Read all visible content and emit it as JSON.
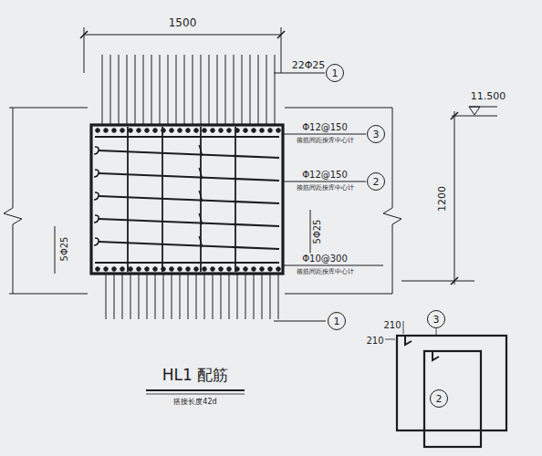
{
  "diagram": {
    "title": "HL1 配筋",
    "caption": "搭接长度42d",
    "nodes": [
      {
        "text": [
          "1"
        ]
      },
      {
        "text": [
          "3"
        ]
      },
      {
        "text": [
          "2"
        ]
      },
      {
        "text": [
          "1"
        ]
      },
      {
        "text": [
          "3"
        ]
      },
      {
        "text": [
          "2"
        ]
      }
    ],
    "labels": [
      "1500",
      "22Φ25",
      "11.500",
      "Φ12@150",
      "箍筋间距按库中心计",
      "Φ12@150",
      "箍筋间距按库中心计",
      "1200",
      "5Φ25",
      "5Φ25",
      "Φ10@300",
      "箍筋间距按库中心计",
      "210",
      "210"
    ]
  }
}
